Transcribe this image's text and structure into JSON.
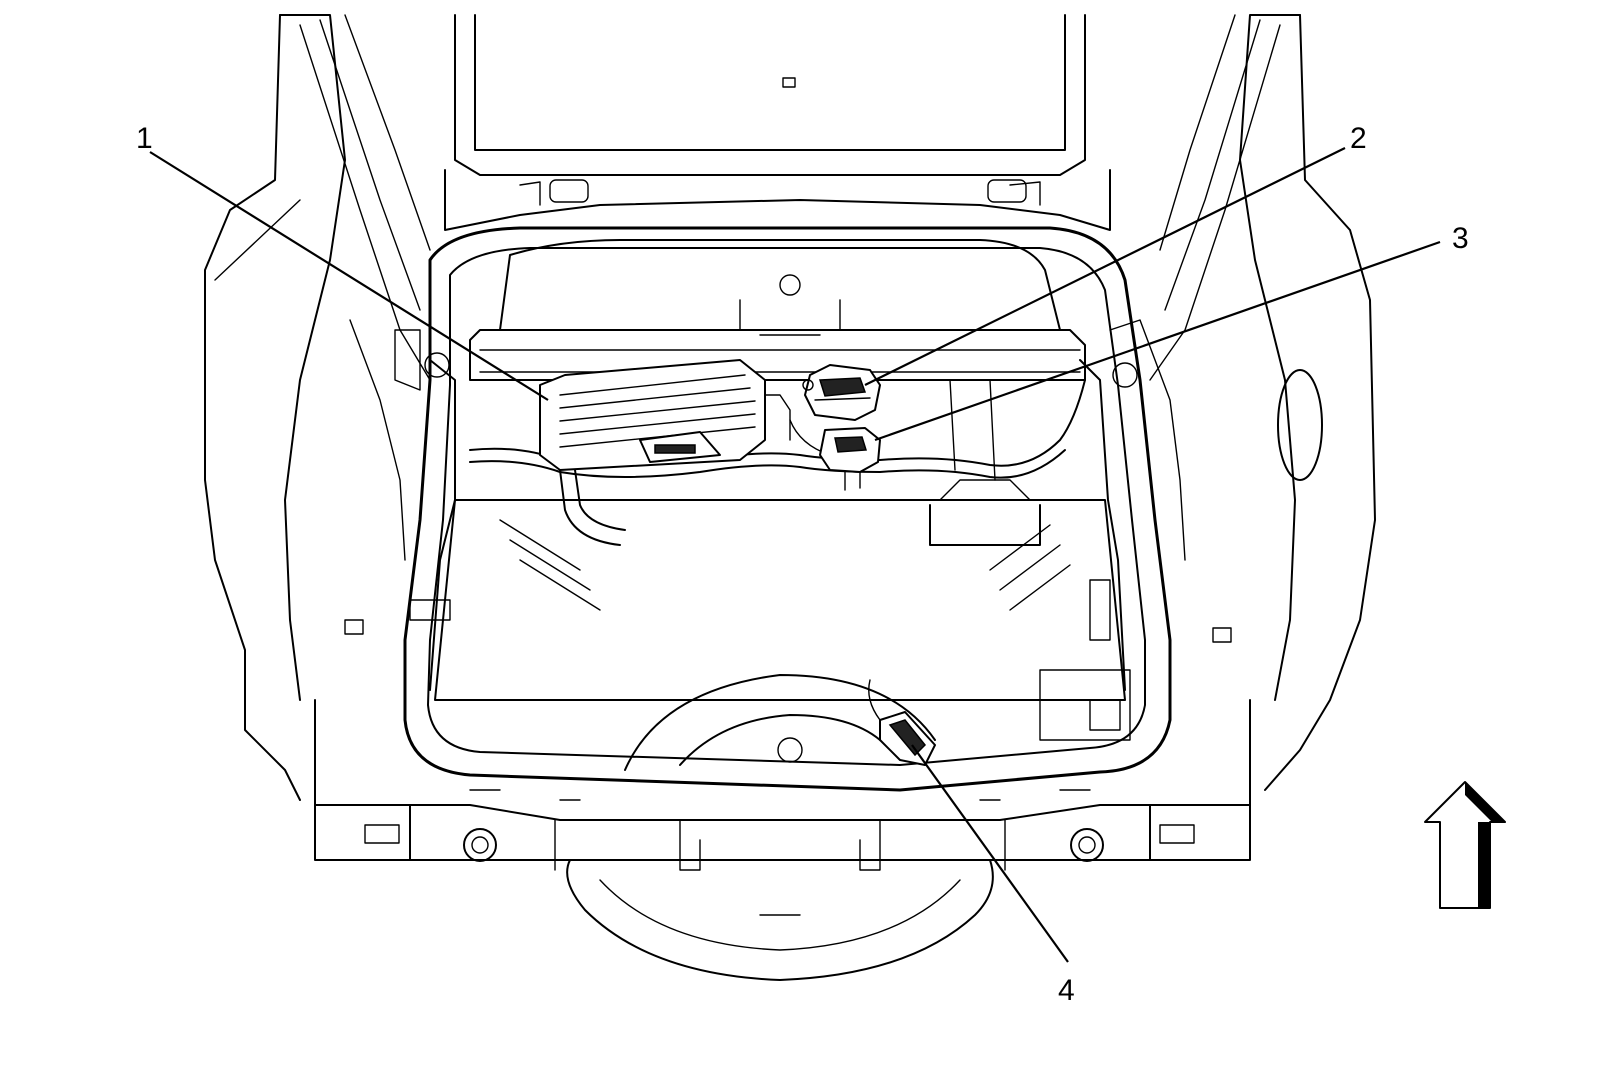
{
  "callouts": [
    {
      "id": "1",
      "label": "1"
    },
    {
      "id": "2",
      "label": "2"
    },
    {
      "id": "3",
      "label": "3"
    },
    {
      "id": "4",
      "label": "4"
    }
  ],
  "orientation": {
    "icon": "arrow-up-icon",
    "meaning": "forward"
  },
  "colors": {
    "line": "#000000",
    "background": "#ffffff"
  }
}
